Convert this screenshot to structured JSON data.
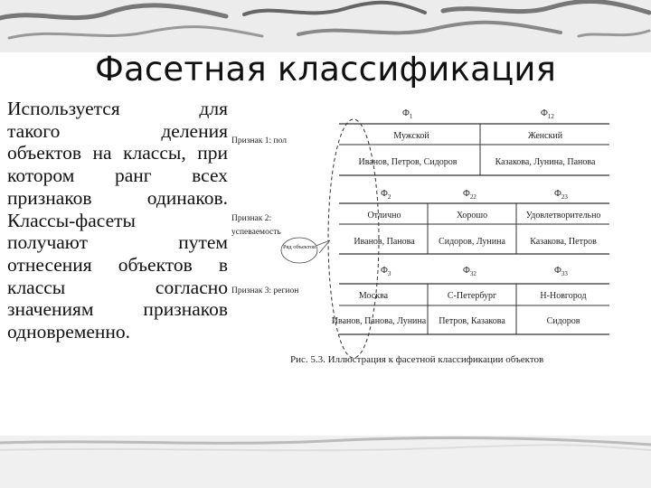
{
  "slide": {
    "title": "Фасетная классификация",
    "body_lines": [
      "Используется для",
      "такого деления",
      "объектов на классы, при",
      "котором ранг всех",
      "признаков одинаков.",
      "Классы-фасеты",
      "получают путем",
      "отнесения объектов в",
      "классы согласно",
      "значениям признаков",
      "одновременно."
    ]
  },
  "figure": {
    "caption": "Рис. 5.3. Иллюстрация к фасетной классификации объектов",
    "callout": "Ряд объектов",
    "facets": [
      {
        "label": "Признак 1: пол",
        "headers": [
          "Ф",
          "Ф"
        ],
        "header_subs": [
          "1",
          "12"
        ],
        "values": [
          "Мужской",
          "Женский"
        ],
        "members": [
          "Иванов, Петров, Сидоров",
          "Казакова, Лунина, Панова"
        ]
      },
      {
        "label_line1": "Признак 2:",
        "label_line2": "успеваемость",
        "headers": [
          "Ф",
          "Ф",
          "Ф"
        ],
        "header_subs": [
          "2",
          "22",
          "23"
        ],
        "values": [
          "Отлично",
          "Хорошо",
          "Удовлетворительно"
        ],
        "members": [
          "Иванов, Панова",
          "Сидоров, Лунина",
          "Казакова, Петров"
        ]
      },
      {
        "label": "Признак 3: регион",
        "headers": [
          "Ф",
          "Ф",
          "Ф"
        ],
        "header_subs": [
          "3",
          "32",
          "33"
        ],
        "values": [
          "Москва",
          "С-Петербург",
          "Н-Новгород"
        ],
        "members": [
          "Иванов, Панова, Лунина",
          "Петров, Казакова",
          "Сидоров"
        ]
      }
    ]
  }
}
